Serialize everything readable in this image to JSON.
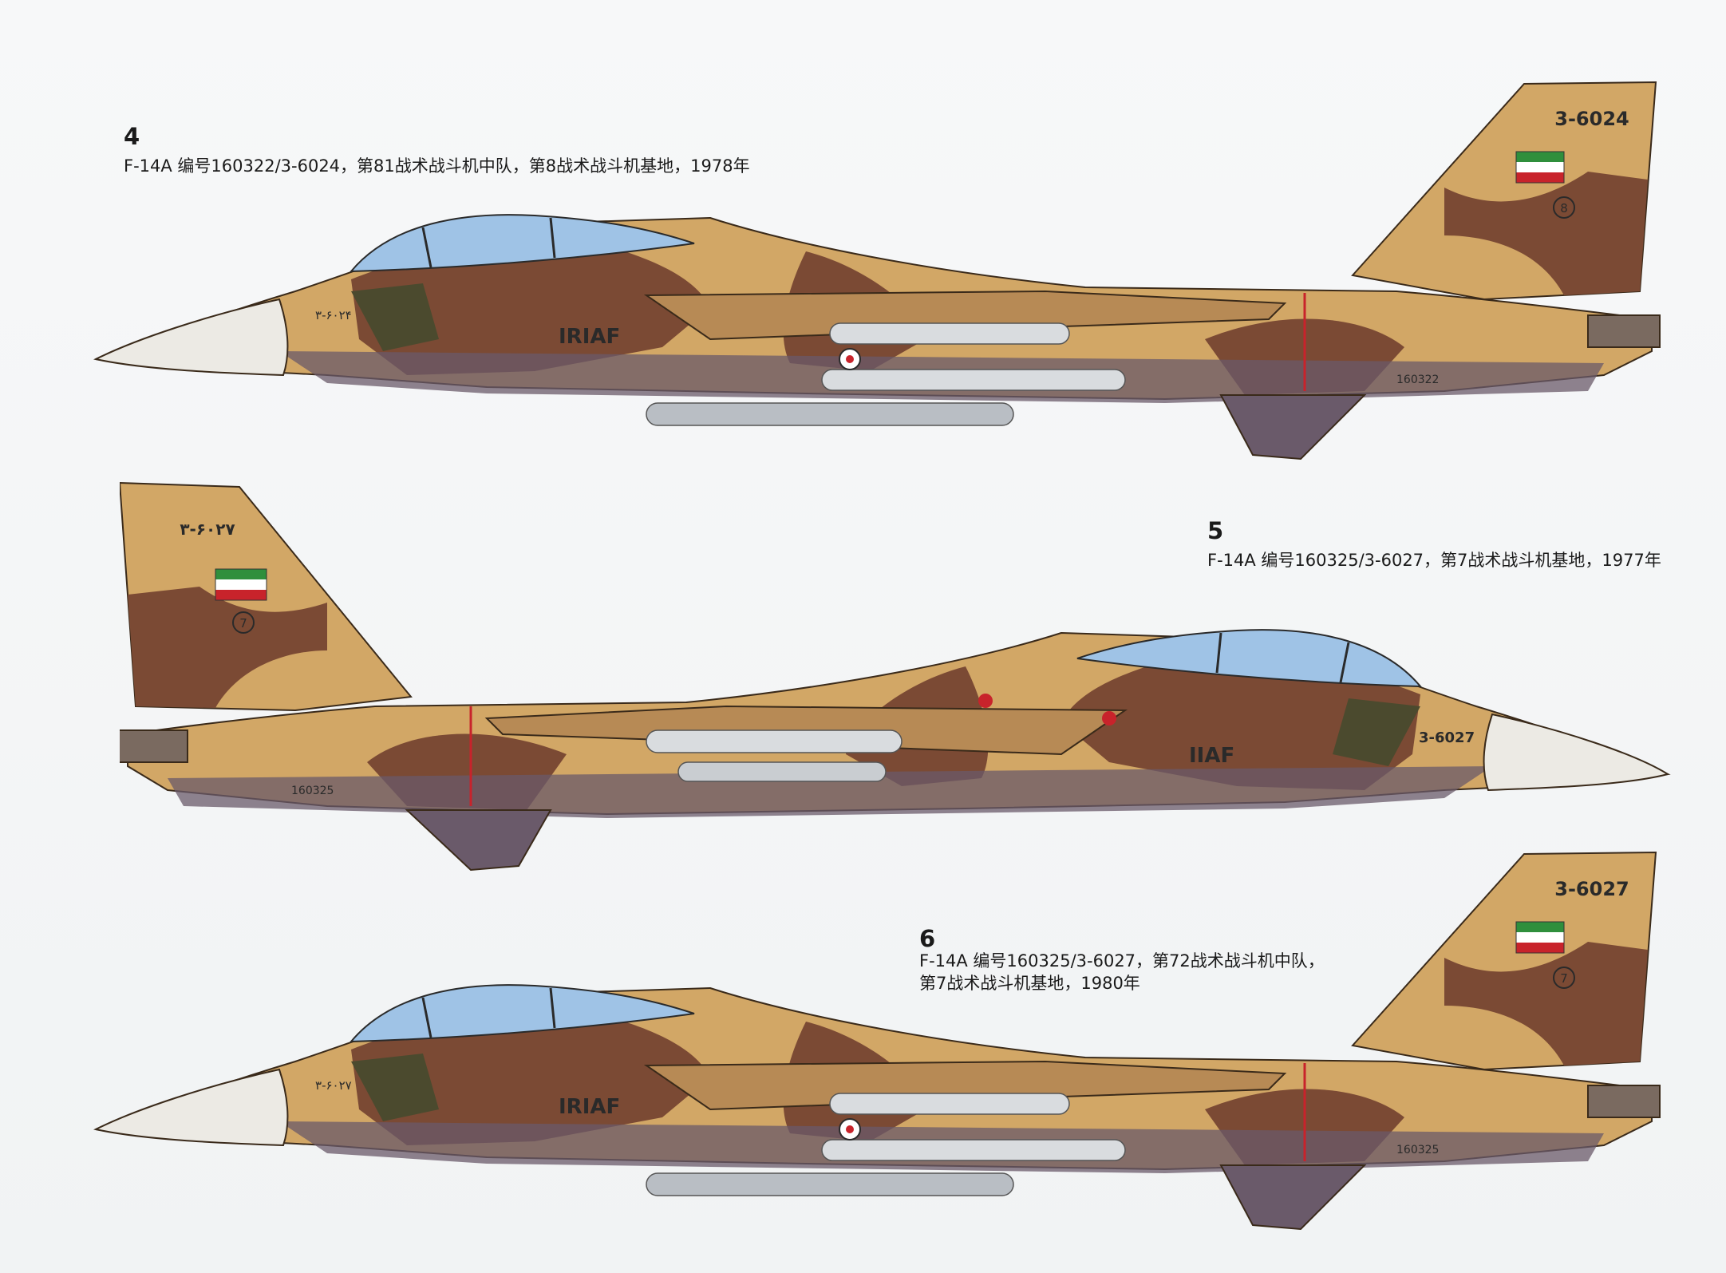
{
  "colors": {
    "sand": "#d2a766",
    "brown": "#7b4a34",
    "dark_green": "#4b4a2e",
    "belly": "#6a5a6a",
    "radome": "#eceae4",
    "canopy": "#9fc3e6",
    "flag_green": "#2f8f3c",
    "flag_red": "#c8232b"
  },
  "profiles": [
    {
      "number": "4",
      "caption": "F-14A 编号160322/3-6024，第81战术战斗机中队，第8战术战斗机基地，1978年",
      "tail_code": "3-6024",
      "tail_badge": "8",
      "nose_code": "٣-۶٠٢۴",
      "roundel_text": "IRIAF",
      "serial": "160322"
    },
    {
      "number": "5",
      "caption": "F-14A 编号160325/3-6027，第7战术战斗机基地，1977年",
      "tail_code": "٣-۶٠٢٧",
      "tail_badge": "7",
      "nose_code": "3-6027",
      "roundel_text": "IIAF",
      "serial": "160325"
    },
    {
      "number": "6",
      "caption_line1": "F-14A 编号160325/3-6027，第72战术战斗机中队，",
      "caption_line2": "第7战术战斗机基地，1980年",
      "tail_code": "3-6027",
      "tail_badge": "7",
      "nose_code": "٣-۶٠٢٧",
      "roundel_text": "IRIAF",
      "serial": "160325"
    }
  ]
}
